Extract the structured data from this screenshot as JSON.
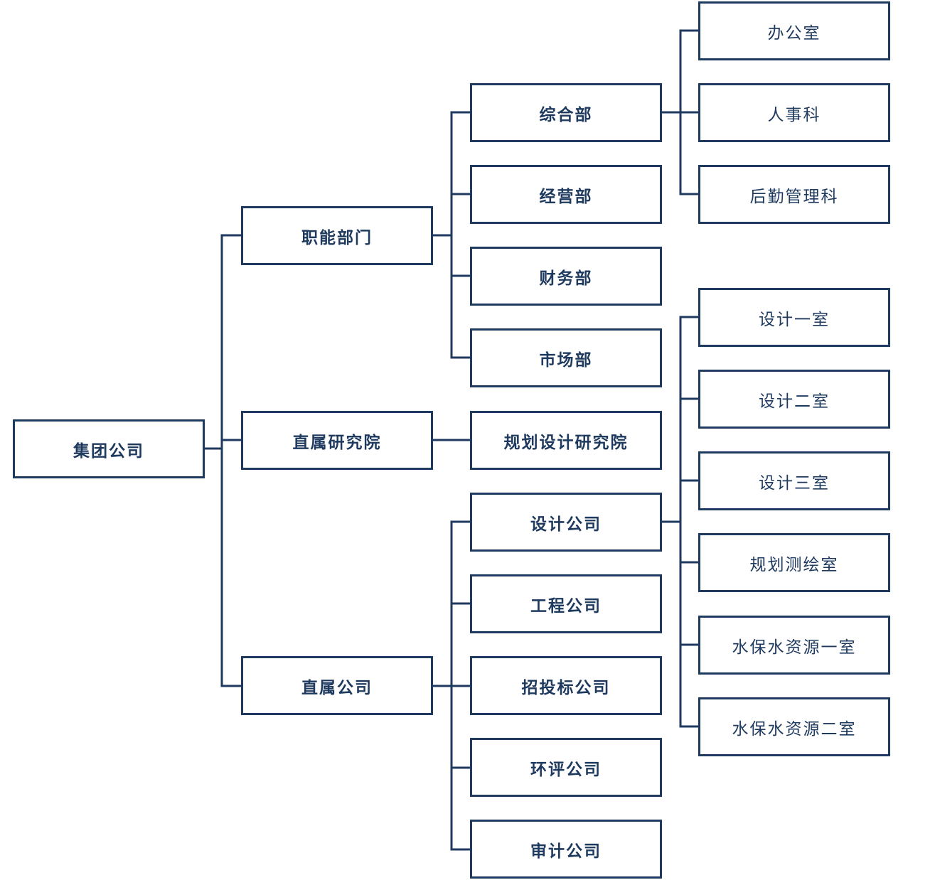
{
  "nodes": {
    "root": "集团公司",
    "functional_departments": "职能部门",
    "affiliated_institute": "直属研究院",
    "affiliated_companies": "直属公司",
    "general_department": "综合部",
    "business_department": "经营部",
    "finance_department": "财务部",
    "marketing_department": "市场部",
    "planning_design_institute": "规划设计研究院",
    "design_company": "设计公司",
    "engineering_company": "工程公司",
    "bidding_company": "招投标公司",
    "environmental_assessment_company": "环评公司",
    "audit_company": "审计公司",
    "office": "办公室",
    "personnel_section": "人事科",
    "logistics_section": "后勤管理科",
    "design_office_1": "设计一室",
    "design_office_2": "设计二室",
    "design_office_3": "设计三室",
    "surveying_office": "规划测绘室",
    "water_conservation_office_1": "水保水资源一室",
    "water_conservation_office_2": "水保水资源二室"
  },
  "colors": {
    "line": "#1f3a5f",
    "text": "#1f3a5f",
    "box_border": "#1f3a5f"
  }
}
